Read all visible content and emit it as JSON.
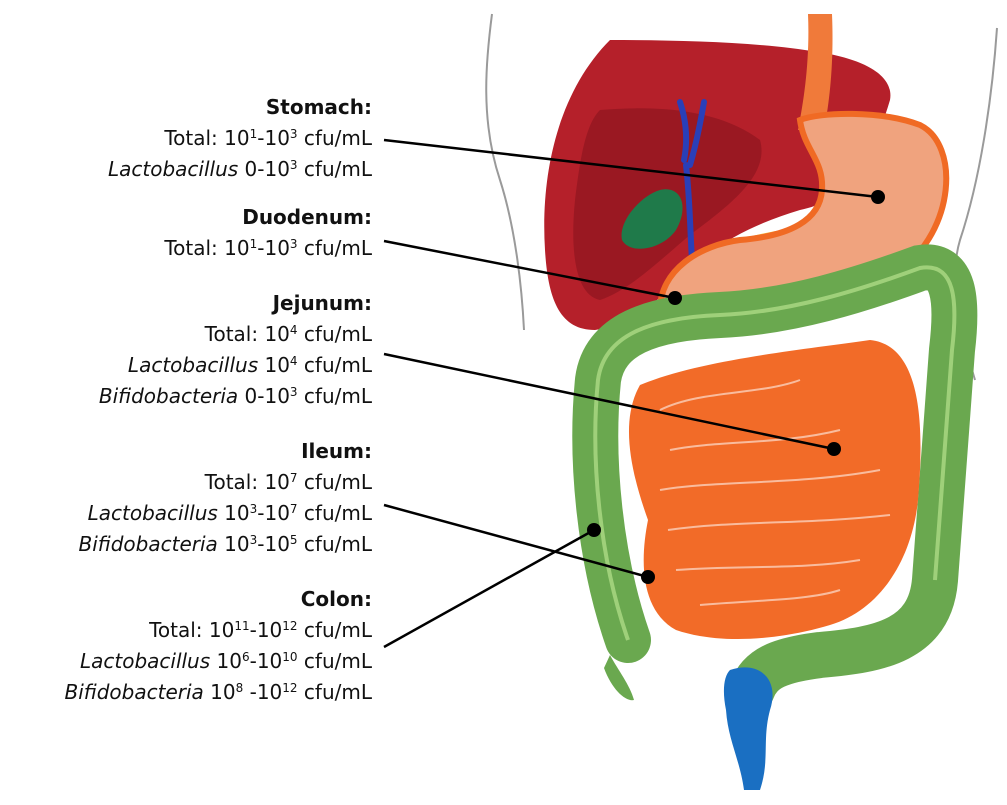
{
  "colors": {
    "liver": "#b5202a",
    "liver_shade": "#8e1620",
    "gallbladder": "#1f7a4a",
    "bile_duct": "#2a3fb8",
    "stomach": "#f0a37e",
    "stomach_edge": "#f06a24",
    "esophagus": "#f07a3a",
    "small_intestine": "#f26b28",
    "colon": "#6aa84f",
    "colon_light": "#9fd07a",
    "pancreas": "#f5b21a",
    "rectum": "#1a6fc2",
    "body_outline": "#9a9a9a",
    "leader": "#000000",
    "text": "#111111"
  },
  "icons": {
    "marker": "dot-marker-icon"
  },
  "regions": [
    {
      "id": "stomach",
      "heading": "Stomach:",
      "lines": [
        {
          "italic": "",
          "parts": [
            {
              "t": "Total: 10"
            },
            {
              "s": "1"
            },
            {
              "t": "-10"
            },
            {
              "s": "3"
            },
            {
              "t": " cfu/mL"
            }
          ]
        },
        {
          "italic": "Lactobacillus",
          "parts": [
            {
              "t": " 0-10"
            },
            {
              "s": "3"
            },
            {
              "t": " cfu/mL"
            }
          ]
        }
      ]
    },
    {
      "id": "duodenum",
      "heading": "Duodenum:",
      "lines": [
        {
          "italic": "",
          "parts": [
            {
              "t": "Total: 10"
            },
            {
              "s": "1"
            },
            {
              "t": "-10"
            },
            {
              "s": "3"
            },
            {
              "t": " cfu/mL"
            }
          ]
        }
      ]
    },
    {
      "id": "jejunum",
      "heading": "Jejunum:",
      "lines": [
        {
          "italic": "",
          "parts": [
            {
              "t": "Total: 10"
            },
            {
              "s": "4"
            },
            {
              "t": " cfu/mL"
            }
          ]
        },
        {
          "italic": "Lactobacillus",
          "parts": [
            {
              "t": " 10"
            },
            {
              "s": "4"
            },
            {
              "t": " cfu/mL"
            }
          ]
        },
        {
          "italic": "Bifidobacteria",
          "parts": [
            {
              "t": " 0-10"
            },
            {
              "s": "3"
            },
            {
              "t": " cfu/mL"
            }
          ]
        }
      ]
    },
    {
      "id": "ileum",
      "heading": "Ileum:",
      "lines": [
        {
          "italic": "",
          "parts": [
            {
              "t": "Total: 10"
            },
            {
              "s": "7"
            },
            {
              "t": " cfu/mL"
            }
          ]
        },
        {
          "italic": "Lactobacillus",
          "parts": [
            {
              "t": " 10"
            },
            {
              "s": "3"
            },
            {
              "t": "-10"
            },
            {
              "s": "7"
            },
            {
              "t": " cfu/mL"
            }
          ]
        },
        {
          "italic": "Bifidobacteria",
          "parts": [
            {
              "t": " 10"
            },
            {
              "s": "3"
            },
            {
              "t": "-10"
            },
            {
              "s": "5"
            },
            {
              "t": " cfu/mL"
            }
          ]
        }
      ]
    },
    {
      "id": "colon",
      "heading": "Colon:",
      "lines": [
        {
          "italic": "",
          "parts": [
            {
              "t": "Total: 10"
            },
            {
              "s": "11"
            },
            {
              "t": "-10"
            },
            {
              "s": "12"
            },
            {
              "t": " cfu/mL"
            }
          ]
        },
        {
          "italic": "Lactobacillus",
          "parts": [
            {
              "t": " 10"
            },
            {
              "s": "6"
            },
            {
              "t": "-10"
            },
            {
              "s": "10"
            },
            {
              "t": " cfu/mL"
            }
          ]
        },
        {
          "italic": "Bifidobacteria",
          "parts": [
            {
              "t": " 10"
            },
            {
              "s": "8"
            },
            {
              "t": " -10"
            },
            {
              "s": "12"
            },
            {
              "t": " cfu/mL"
            }
          ]
        }
      ]
    }
  ]
}
